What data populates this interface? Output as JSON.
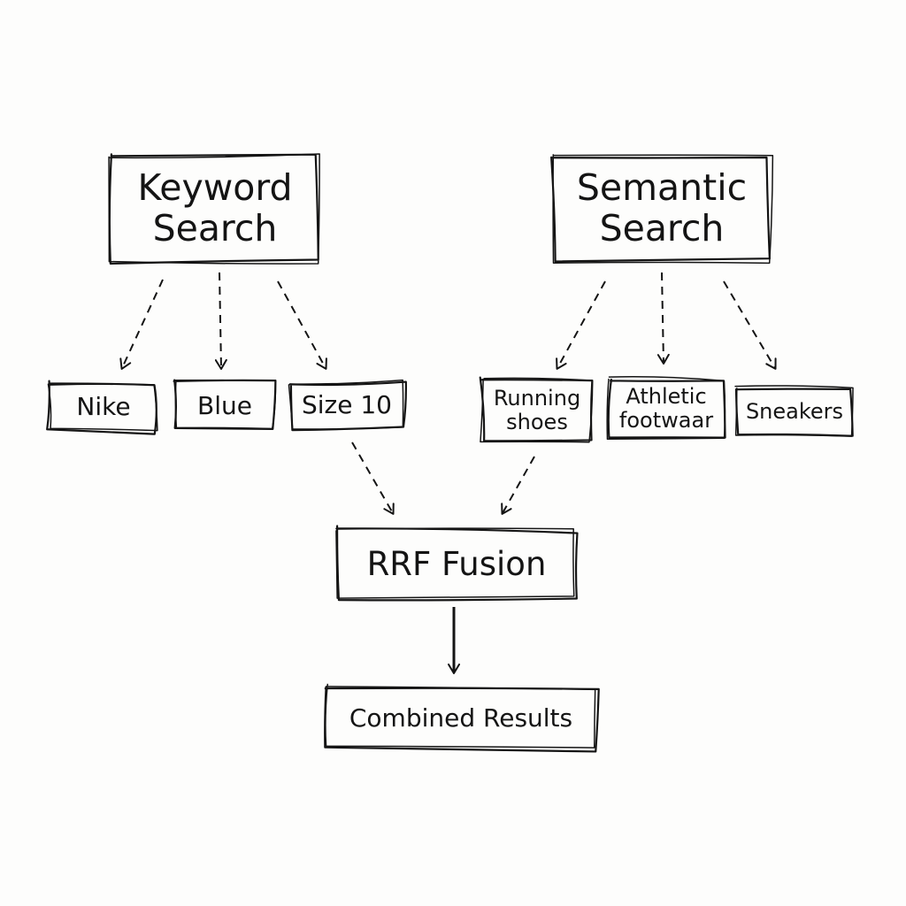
{
  "keyword": {
    "title": "Keyword\nSearch",
    "terms": [
      "Nike",
      "Blue",
      "Size 10"
    ]
  },
  "semantic": {
    "title": "Semantic\nSearch",
    "terms": [
      "Running\nshoes",
      "Athletic\nfootwaar",
      "Sneakers"
    ]
  },
  "fusion": {
    "label": "RRF Fusion"
  },
  "results": {
    "label": "Combined Results"
  },
  "style": {
    "ink": "#141414",
    "background": "#fdfdfc"
  }
}
